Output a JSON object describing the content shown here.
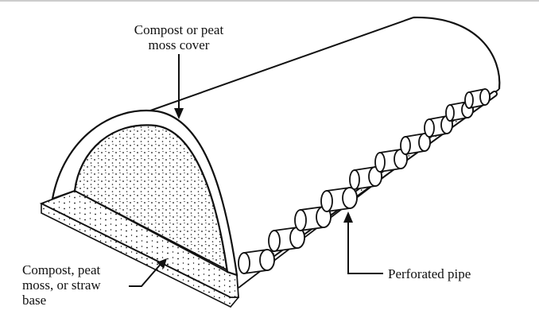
{
  "diagram": {
    "labels": {
      "cover_line1": "Compost or peat",
      "cover_line2": "moss cover",
      "base_line1": "Compost, peat",
      "base_line2": "moss, or straw",
      "base_line3": "base",
      "pipe": "Perforated pipe"
    },
    "colors": {
      "stroke": "#111111",
      "background": "#ffffff"
    }
  }
}
